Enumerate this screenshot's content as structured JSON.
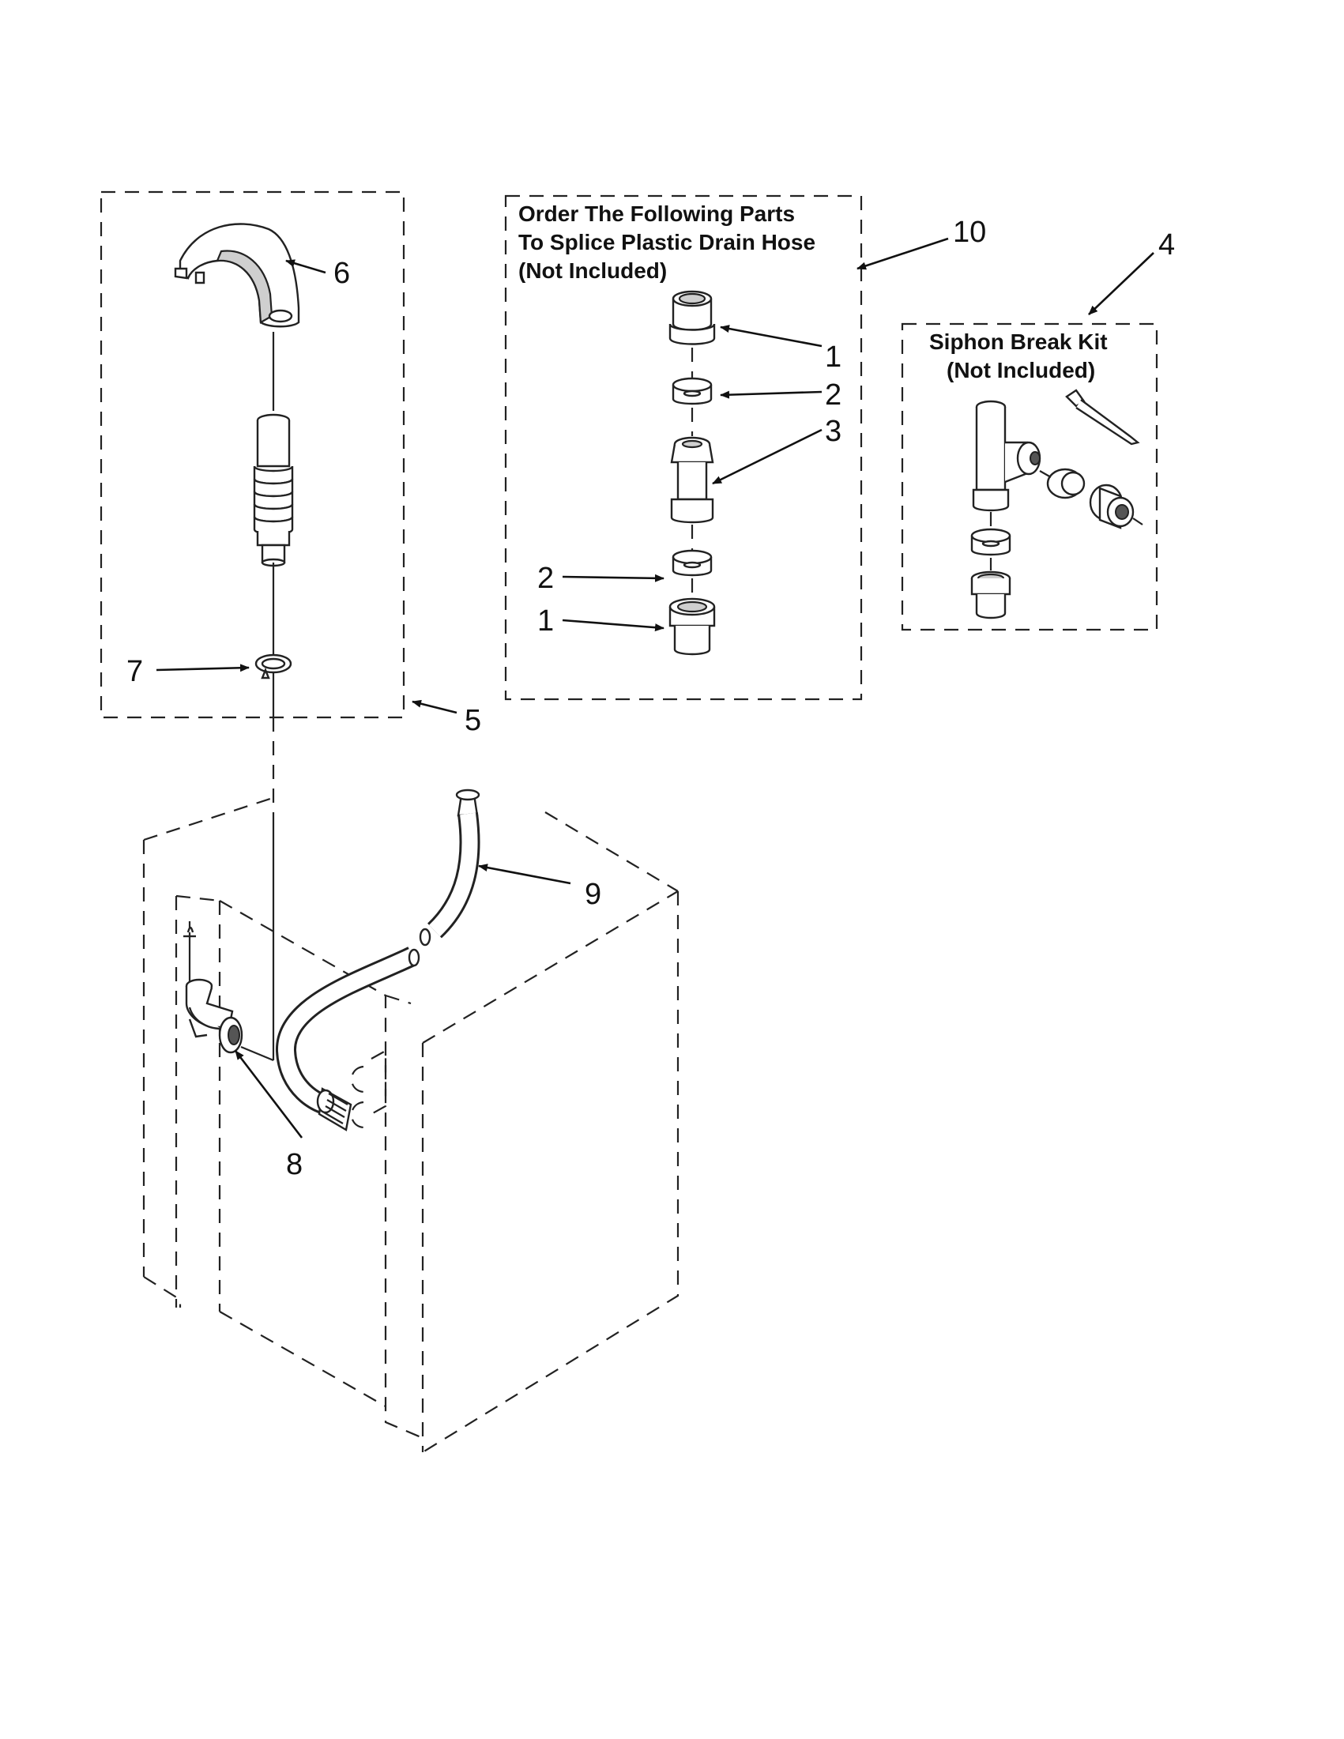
{
  "callouts": {
    "c1a": "1",
    "c1b": "1",
    "c2a": "2",
    "c2b": "2",
    "c3": "3",
    "c4": "4",
    "c5": "5",
    "c6": "6",
    "c7": "7",
    "c8": "8",
    "c9": "9",
    "c10": "10"
  },
  "splice_box": {
    "line1": "Order The Following Parts",
    "line2": "To Splice Plastic Drain Hose",
    "line3": "(Not Included)"
  },
  "siphon_box": {
    "line1": "Siphon Break Kit",
    "line2": "(Not Included)"
  }
}
